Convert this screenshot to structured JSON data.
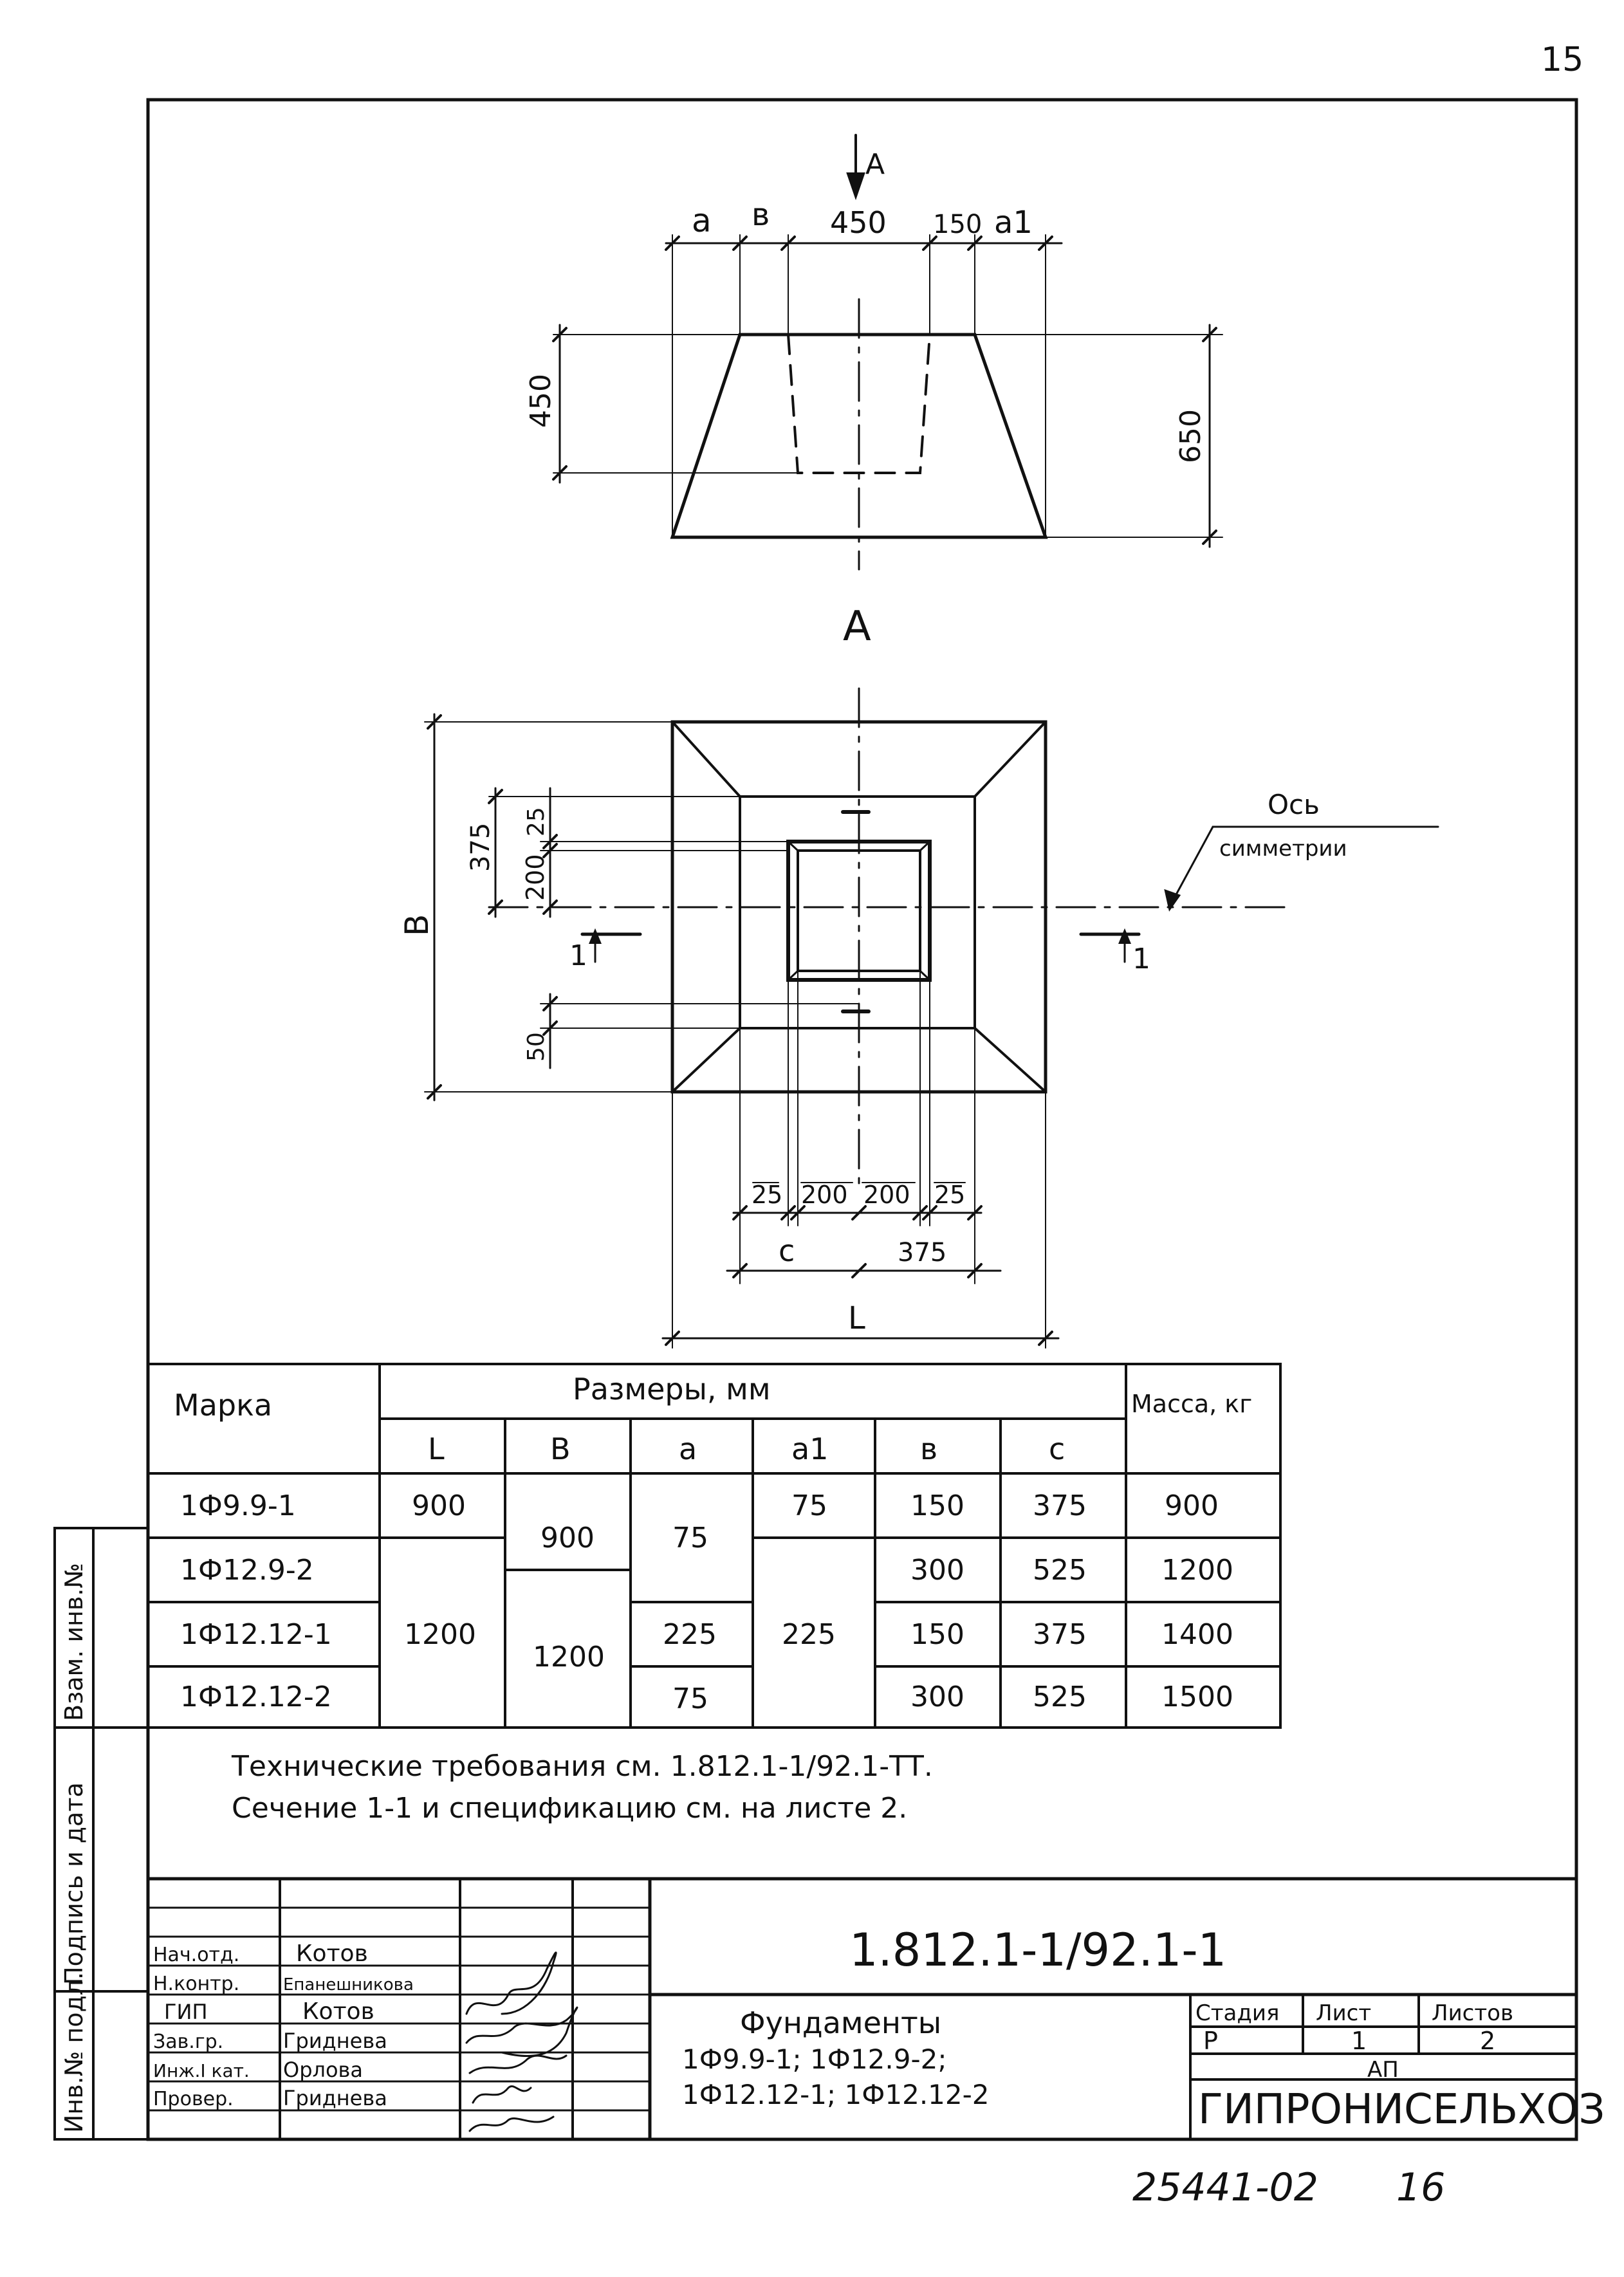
{
  "page": {
    "page_number": "15",
    "bottom_code": "25441-02",
    "bottom_number": "16"
  },
  "elevation": {
    "view_arrow_label": "A",
    "top_dims": [
      "a",
      "в",
      "450",
      "150",
      "a1"
    ],
    "left_dim": "450",
    "right_dim": "650"
  },
  "plan": {
    "view_title": "A",
    "axis_label_line1": "Ось",
    "axis_label_line2": "симметрии",
    "left_dims": [
      "375",
      "25",
      "200",
      "50"
    ],
    "left_dim_B": "B",
    "section_left": "1",
    "section_right": "1",
    "bottom_dims": [
      "25",
      "200",
      "200",
      "25"
    ],
    "dim_c": "c",
    "dim_375": "375",
    "dim_L": "L"
  },
  "table": {
    "col_mark": "Марка",
    "col_sizes": "Размеры, мм",
    "col_mass": "Масса, кг",
    "sub_headers": [
      "L",
      "B",
      "a",
      "a1",
      "в",
      "c"
    ],
    "rows": [
      {
        "mark": "1Ф9.9-1",
        "L": "900",
        "B": "900",
        "a": "75",
        "a1": "75",
        "b": "150",
        "c": "375",
        "mass": "900"
      },
      {
        "mark": "1Ф12.9-2",
        "L": "1200",
        "B": "900",
        "a": "75",
        "a1": "225",
        "b": "300",
        "c": "525",
        "mass": "1200"
      },
      {
        "mark": "1Ф12.12-1",
        "L": "1200",
        "B": "1200",
        "a": "225",
        "a1": "225",
        "b": "150",
        "c": "375",
        "mass": "1400"
      },
      {
        "mark": "1Ф12.12-2",
        "L": "1200",
        "B": "1200",
        "a": "75",
        "a1": "225",
        "b": "300",
        "c": "525",
        "mass": "1500"
      }
    ]
  },
  "notes": {
    "line1": "Технические требования см. 1.812.1-1/92.1-ТТ.",
    "line2": "Сечение 1-1 и спецификацию см. на листе 2."
  },
  "stamp": {
    "doc_code": "1.812.1-1/92.1-1",
    "title_line1": "Фундаменты",
    "title_line2": "1Ф9.9-1; 1Ф12.9-2;",
    "title_line3": "1Ф12.12-1; 1Ф12.12-2",
    "stage_label": "Стадия",
    "sheet_label": "Лист",
    "sheets_label": "Листов",
    "stage": "Р",
    "sheet": "1",
    "sheets": "2",
    "org_top": "АП",
    "org": "ГИПРОНИСЕЛЬХОЗ",
    "people": [
      {
        "role": "Нач.отд.",
        "name": "Котов"
      },
      {
        "role": "Н.контр.",
        "name": "Епанешникова"
      },
      {
        "role": "ГИП",
        "name": "Котов"
      },
      {
        "role": "Зав.гр.",
        "name": "Гриднева"
      },
      {
        "role": "Инж.I кат.",
        "name": "Орлова"
      },
      {
        "role": "Провер.",
        "name": "Гриднева"
      }
    ]
  },
  "side_strip": {
    "inv_orig": "Инв.№ подл.",
    "sign_date": "Подпись и дата",
    "replace_inv": "Взам. инв.№"
  }
}
